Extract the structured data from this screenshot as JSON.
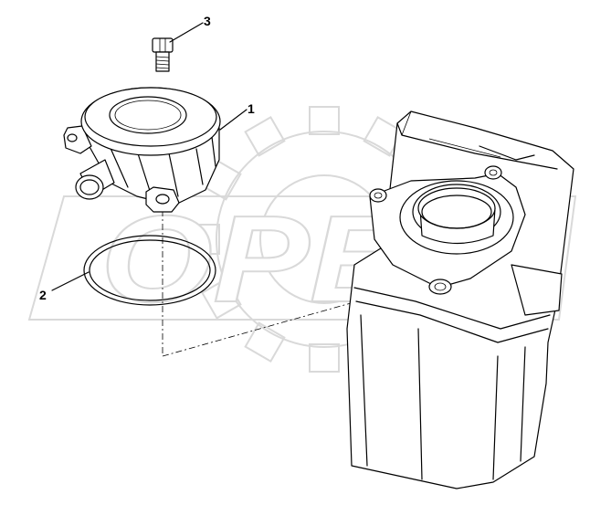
{
  "watermark": {
    "text": "OPEX"
  },
  "callouts": [
    {
      "id": "1",
      "label": "1"
    },
    {
      "id": "2",
      "label": "2"
    },
    {
      "id": "3",
      "label": "3"
    }
  ],
  "colors": {
    "line": "#000000",
    "watermark": "#d9d9d9",
    "background": "#ffffff"
  }
}
